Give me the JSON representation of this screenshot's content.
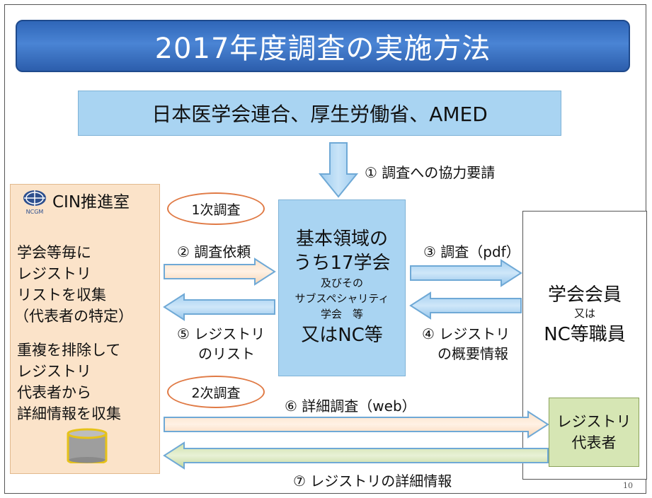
{
  "title": "2017年度調査の実施方法",
  "top_box": "日本医学会連合、厚生労働省、AMED",
  "step1": "① 調査への協力要請",
  "cin": {
    "logo_text": "NCGM",
    "title": "CIN推進室",
    "text1": [
      "学会等毎に",
      "レジストリ",
      "リストを収集",
      "（代表者の特定）"
    ],
    "text2": [
      "重複を排除して",
      "レジストリ",
      "代表者から",
      "詳細情報を収集"
    ]
  },
  "oval1": "1次調査",
  "oval2": "2次調査",
  "step2": "② 調査依頼",
  "step5": [
    "⑤ レジストリ",
    "のリスト"
  ],
  "center": {
    "line1": "基本領域の",
    "line2": "うち17学会",
    "line3": "及びその",
    "line4": "サブスペシャリティ",
    "line5": "学会　等",
    "line6": "又はNC等"
  },
  "step3": "③ 調査（pdf）",
  "step4": [
    "④ レジストリ",
    "の概要情報"
  ],
  "right": {
    "line1": "学会会員",
    "line2": "又は",
    "line3": "NC等職員"
  },
  "registry_rep": [
    "レジストリ",
    "代表者"
  ],
  "step6": "⑥ 詳細調査（web）",
  "step7": "⑦ レジストリの詳細情報",
  "page_number": "10",
  "colors": {
    "title_blue": "#3a72c4",
    "light_blue": "#a9d4f2",
    "peach": "#fbe3c9",
    "green": "#d6e6b4",
    "oval_border": "#e07a45"
  }
}
